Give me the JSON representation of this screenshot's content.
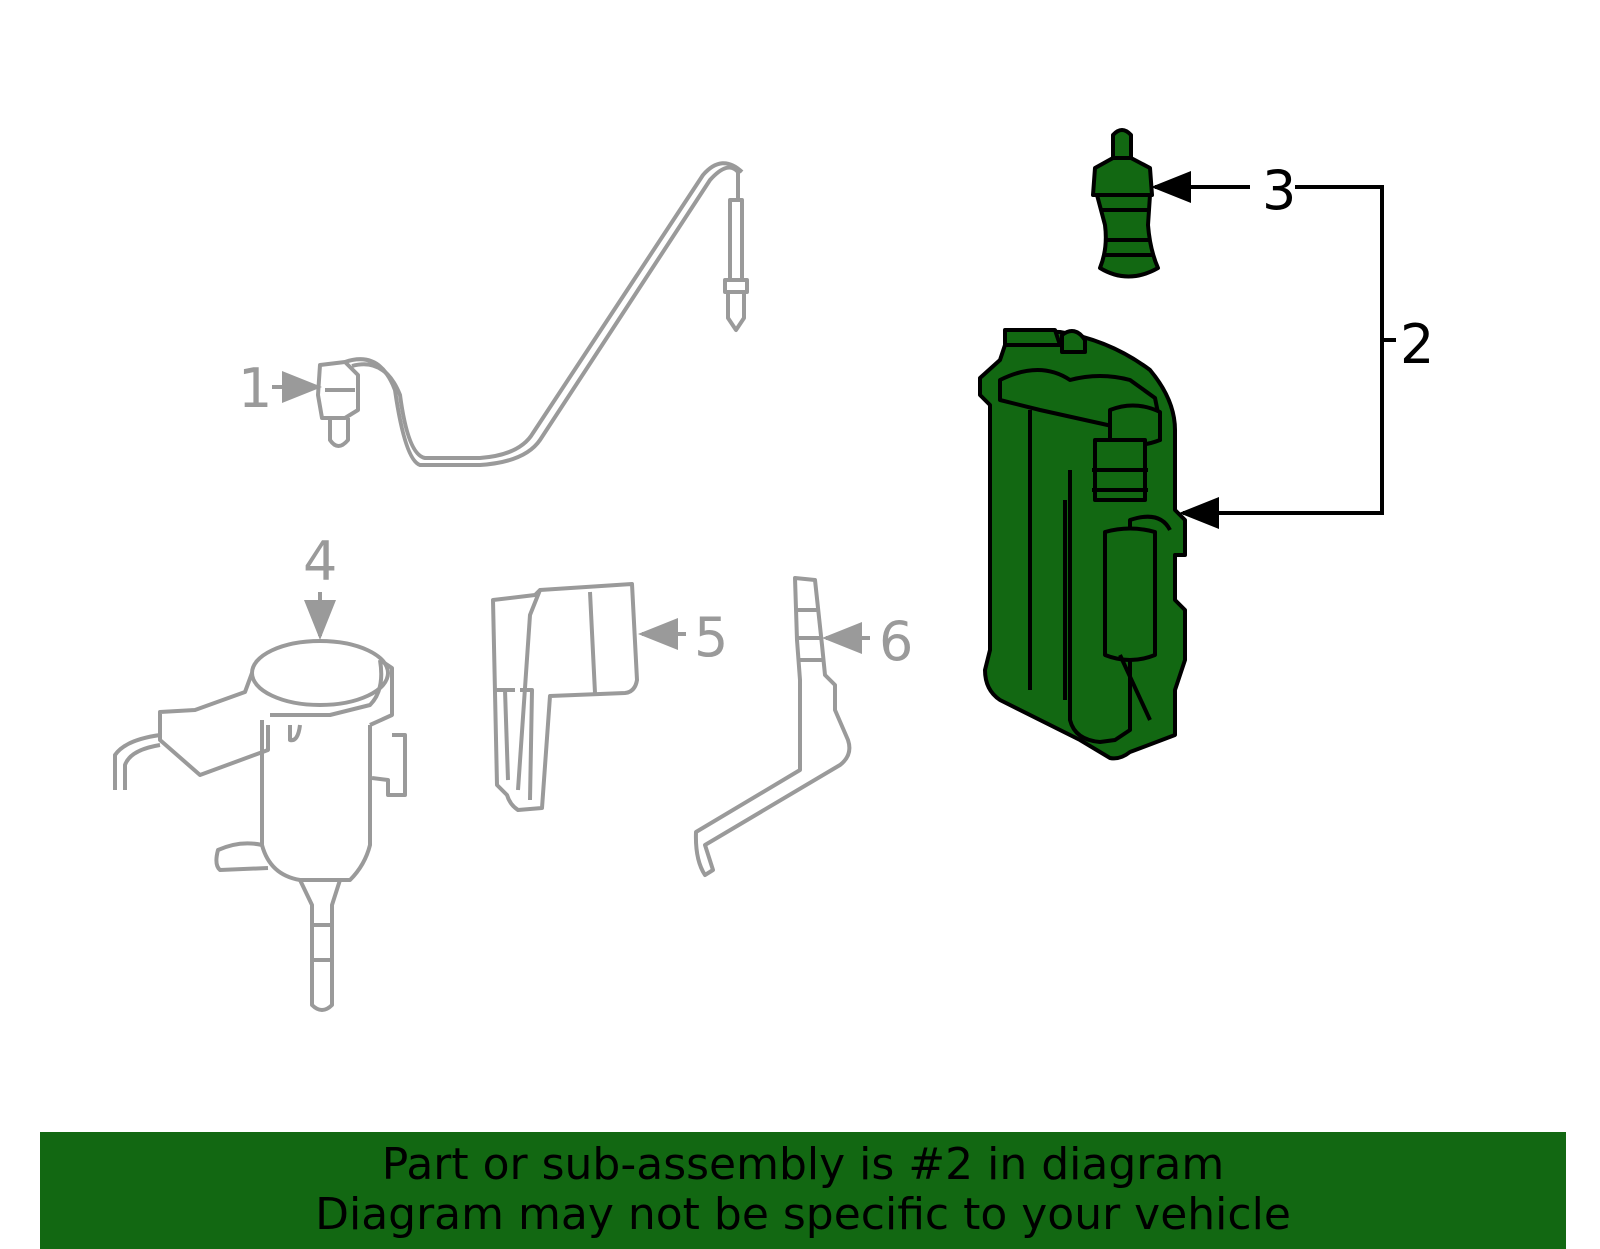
{
  "colors": {
    "highlight": "#126812",
    "dim_line": "#9a9a9a",
    "outline": "#000000"
  },
  "callouts": {
    "c1": "1",
    "c2": "2",
    "c3": "3",
    "c4": "4",
    "c5": "5",
    "c6": "6"
  },
  "parts": {
    "p1": "oxygen-sensor",
    "p2": "vapor-canister",
    "p3": "purge-valve",
    "p4": "fuel-filter-housing",
    "p5": "mounting-bracket",
    "p6": "support-bracket"
  },
  "banner": {
    "line1": "Part or sub-assembly is #2 in diagram",
    "line2": "Diagram may not be specific to your vehicle"
  }
}
